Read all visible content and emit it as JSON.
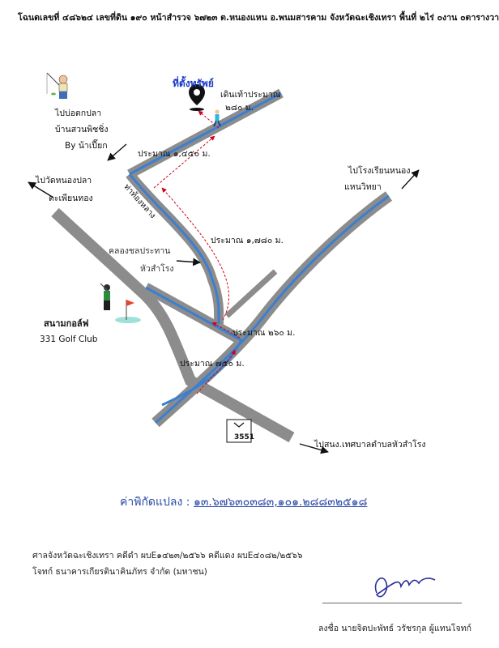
{
  "header": "โฉนดเลขที่ ๔๘๖๒๔ เลขที่ดิน ๑๙๐ หน้าสำรวจ ๖๗๒๓ ต.หนองแหน อ.พนมสารคาม จังหวัดฉะเชิงเทรา พื้นที่ ๒ไร่ ๐งาน ๐ตารางวา",
  "map": {
    "property_label": "ที่ตั้งทรัพย์",
    "walk_label": "เดินเท้าประมาณ",
    "walk_distance": "๒๘๐ ม.",
    "fishing_1": "ไปบ่อตกปลา",
    "fishing_2": "บ้านสวนพิชชิ่ง",
    "fishing_3": "By น้าเปี๊ยก",
    "dist_1450": "ประมาณ ๑,๔๕๐ ม.",
    "temple_1": "ไปวัดหนองปลา",
    "temple_2": "ตะเพียนทอง",
    "pier": "ท่าท้องหลาง",
    "school_1": "ไปโรงเรียนหนอง",
    "school_2": "แหนวิทยา",
    "dist_1780": "ประมาณ ๑,๗๘๐ ม.",
    "canal_1": "คลองชลประทาน",
    "canal_2": "หัวสำโรง",
    "golf_1": "สนามกอล์ฟ",
    "golf_2": "331 Golf Club",
    "dist_260": "ประมาณ ๒๖๐ ม.",
    "dist_750": "ประมาณ ๗๕๐ ม.",
    "route_number": "3551",
    "municipality": "ไปสนง.เทศบาลตำบลหัวสำโรง",
    "road_color": "#8c8c8c",
    "canal_color": "#3b7fd1",
    "route_color": "#d0021b"
  },
  "coord": {
    "label": "ค่าพิกัดแปลง :",
    "value": "๑๓.๖๗๖๓๐๓๘๓,๑๐๑.๒๘๘๓๒๕๑๘"
  },
  "footer": {
    "court": "ศาลจังหวัดฉะเชิงเทรา  คดีดำ ผบE๑๔๒๓/๒๕๖๖  คดีแดง ผบE๔๐๘๒/๒๕๖๖",
    "plaintiff": "โจทก์ ธนาคารเกียรตินาคินภัทร จำกัด (มหาชน)",
    "signer": "ลงชื่อ นายจิตปะพัทธ์ วรัชรกุล ผู้แทนโจทก์"
  }
}
